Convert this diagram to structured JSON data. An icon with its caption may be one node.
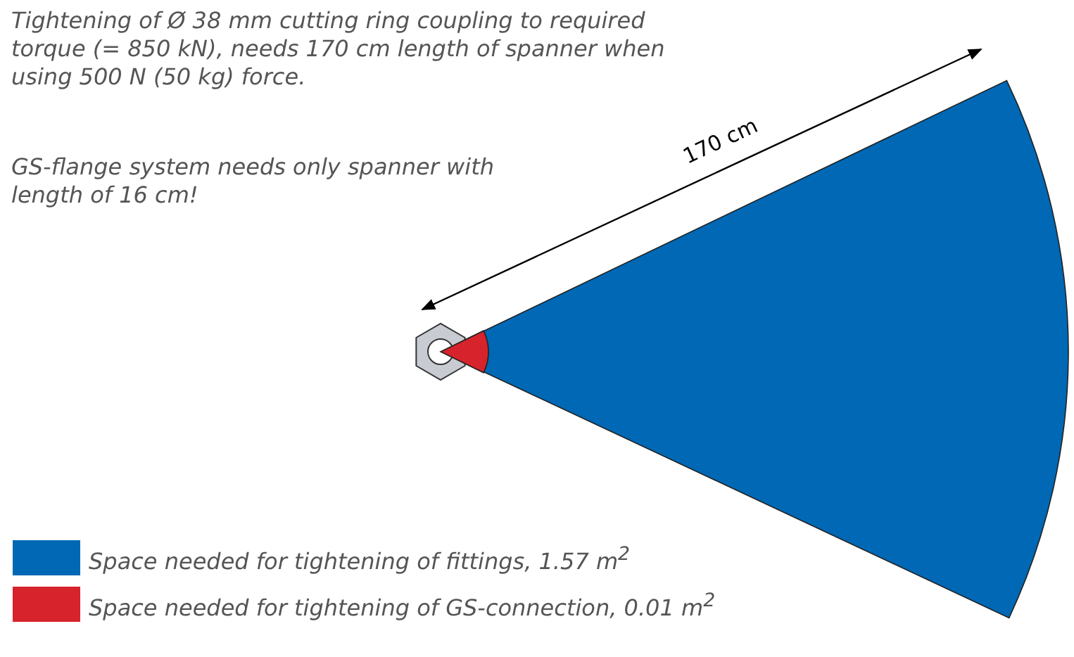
{
  "diagram": {
    "labels": [
      "Tightening of Ø 38 mm cutting ring coupling to required torque (= 850 kN), needs 170 cm length of spanner when using 500 N (50 kg) force.",
      "GS-flange system needs only spanner with length of 16 cm!",
      "170 cm"
    ],
    "legend": [
      {
        "text": "Space needed for tightening of fittings, 1.57 m$^{2}$",
        "color": "#0068b4"
      },
      {
        "text": "Space needed for tightening of GS-connection, 0.01 m$^{2}$",
        "color": "#d7232c"
      }
    ]
  }
}
